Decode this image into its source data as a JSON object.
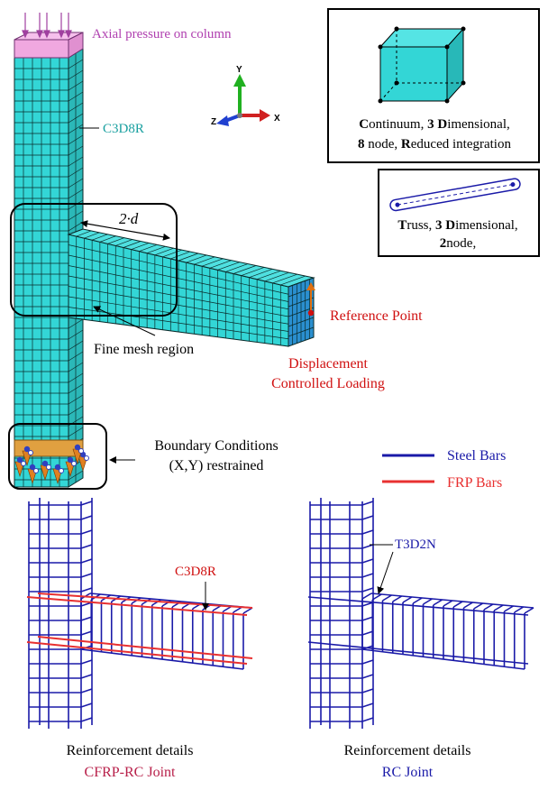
{
  "labels": {
    "axial_pressure": "Axial pressure on column",
    "element_c3d8r": "C3D8R",
    "dimension": "2·d",
    "fine_mesh": "Fine mesh region",
    "reference_point": "Reference Point",
    "displacement_line1": "Displacement",
    "displacement_line2": "Controlled Loading",
    "boundary_line1": "Boundary Conditions",
    "boundary_line2": "(X,Y) restrained",
    "steel_bars": "Steel Bars",
    "frp_bars": "FRP Bars",
    "c3d8r_red": "C3D8R",
    "t3d2n": "T3D2N",
    "reinf_left_line1": "Reinforcement details",
    "reinf_left_line2": "CFRP-RC Joint",
    "reinf_right_line1": "Reinforcement details",
    "reinf_right_line2": "RC Joint"
  },
  "axes_triad": {
    "y": "Y",
    "z": "Z",
    "x": "X"
  },
  "continuum_box": {
    "line1": [
      {
        "t": "C",
        "b": true
      },
      {
        "t": "ontinuum, ",
        "b": false
      },
      {
        "t": "3",
        "b": true
      },
      {
        "t": " ",
        "b": false
      },
      {
        "t": "D",
        "b": true
      },
      {
        "t": "imensional,",
        "b": false
      }
    ],
    "line2": [
      {
        "t": "8",
        "b": true
      },
      {
        "t": " node, ",
        "b": false
      },
      {
        "t": "R",
        "b": true
      },
      {
        "t": "educed integration",
        "b": false
      }
    ]
  },
  "truss_box": {
    "line1": [
      {
        "t": "T",
        "b": true
      },
      {
        "t": "russ, ",
        "b": false
      },
      {
        "t": "3",
        "b": true
      },
      {
        "t": " ",
        "b": false
      },
      {
        "t": "D",
        "b": true
      },
      {
        "t": "imensional,",
        "b": false
      }
    ],
    "line2": [
      {
        "t": "2",
        "b": true
      },
      {
        "t": "node,",
        "b": false
      }
    ]
  },
  "colors": {
    "mesh_fill": "#33d6d6",
    "mesh_line": "#0a2a2a",
    "pressure_fill": "#f0a8e0",
    "pressure_text": "#b040b0",
    "teal_text": "#1aa0a0",
    "red_text": "#d01010",
    "steel": "#1a1aa8",
    "frp": "#e83030",
    "cfrp_text": "#b8204a"
  }
}
